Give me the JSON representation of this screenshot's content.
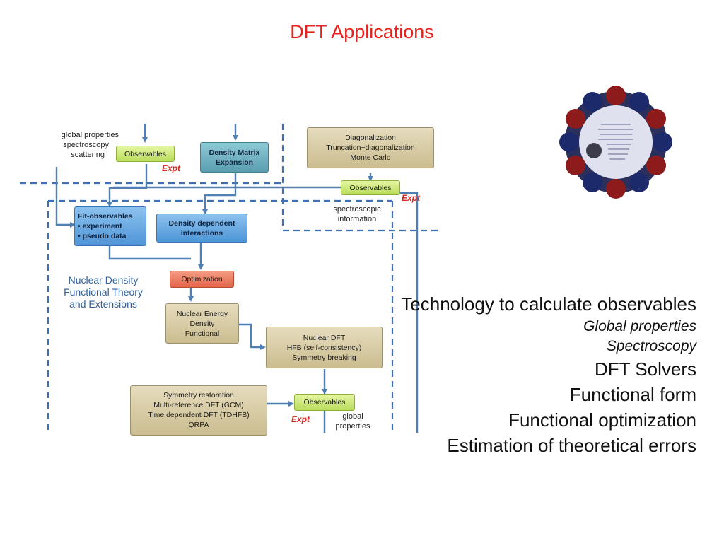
{
  "slide": {
    "title": "DFT Applications"
  },
  "diagram": {
    "boxes": {
      "observables_top_left": "Observables",
      "density_matrix": [
        "Density Matrix",
        "Expansion"
      ],
      "diagonalization": [
        "Diagonalization",
        "Truncation+diagonalization",
        "Monte Carlo"
      ],
      "observables_top_right": "Observables",
      "fit_observables": [
        "Fit-observables",
        "•  experiment",
        "•  pseudo data"
      ],
      "density_dependent": [
        "Density dependent",
        "interactions"
      ],
      "optimization": "Optimization",
      "nuclear_edf": [
        "Nuclear Energy",
        "Density",
        "Functional"
      ],
      "nuclear_dft": [
        "Nuclear DFT",
        "HFB (self-consistency)",
        "Symmetry breaking"
      ],
      "symmetry_restoration": [
        "Symmetry restoration",
        "Multi-reference DFT (GCM)",
        "Time dependent DFT (TDHFB)",
        "QRPA"
      ],
      "observables_bottom": "Observables"
    },
    "labels": {
      "global_top": [
        "global properties",
        "spectroscopy",
        "scattering"
      ],
      "expt_1": "Expt",
      "expt_2": "Expt",
      "spectroscopic": [
        "spectroscopic",
        "information"
      ],
      "nuclear_density_theory": [
        "Nuclear Density",
        "Functional Theory",
        "and Extensions"
      ],
      "expt_3": "Expt",
      "global_bottom": [
        "global",
        "properties"
      ]
    }
  },
  "right_text": {
    "line1": "Technology to calculate observables",
    "line2": "Global properties",
    "line3": "Spectroscopy",
    "line4": "DFT Solvers",
    "line5": "Functional form",
    "line6": "Functional optimization",
    "line7": "Estimation of theoretical errors"
  },
  "logo": {
    "icon": "collaboration-logo-ring",
    "colors": {
      "ring_red": "#8e1b1b",
      "ring_blue": "#1c2a6b",
      "center": "#d8dcea"
    }
  },
  "colors": {
    "title": "#e8211c",
    "arrows": "#4f7fb3",
    "dashes": "#3f6fb5",
    "expt": "#d42a1e"
  }
}
